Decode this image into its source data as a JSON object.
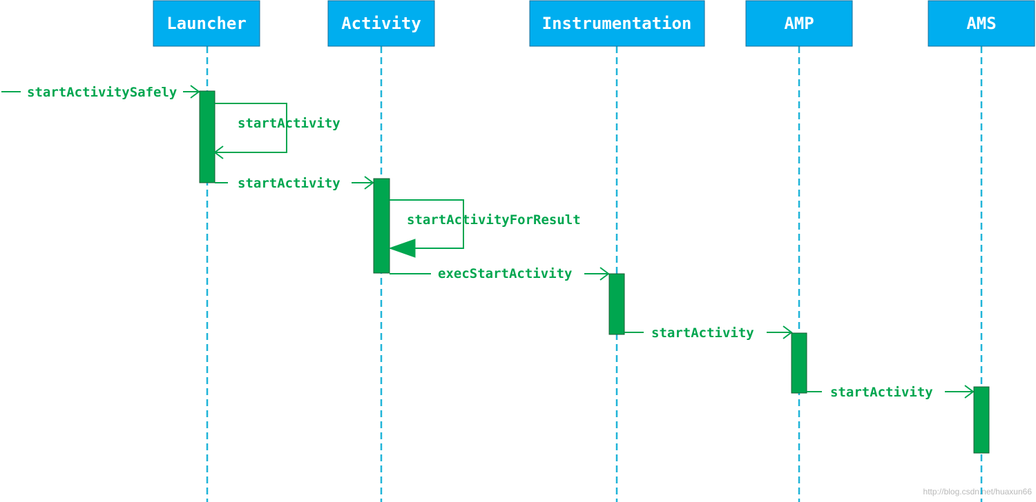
{
  "participants": [
    {
      "id": "launcher",
      "label": "Launcher"
    },
    {
      "id": "activity",
      "label": "Activity"
    },
    {
      "id": "instrumentation",
      "label": "Instrumentation"
    },
    {
      "id": "amp",
      "label": "AMP"
    },
    {
      "id": "ams",
      "label": "AMS"
    }
  ],
  "messages": [
    {
      "id": "m1",
      "label": "startActivitySafely",
      "from": "external",
      "to": "launcher",
      "arrow": "open"
    },
    {
      "id": "m2",
      "label": "startActivity",
      "from": "launcher",
      "to": "launcher",
      "arrow": "open",
      "self": true
    },
    {
      "id": "m3",
      "label": "startActivity",
      "from": "launcher",
      "to": "activity",
      "arrow": "open"
    },
    {
      "id": "m4",
      "label": "startActivityForResult",
      "from": "activity",
      "to": "activity",
      "arrow": "filled",
      "self": true
    },
    {
      "id": "m5",
      "label": "execStartActivity",
      "from": "activity",
      "to": "instrumentation",
      "arrow": "open"
    },
    {
      "id": "m6",
      "label": "startActivity",
      "from": "instrumentation",
      "to": "amp",
      "arrow": "open"
    },
    {
      "id": "m7",
      "label": "startActivity",
      "from": "amp",
      "to": "ams",
      "arrow": "open"
    }
  ],
  "watermark": "http://blog.csdn.net/huaxun66"
}
